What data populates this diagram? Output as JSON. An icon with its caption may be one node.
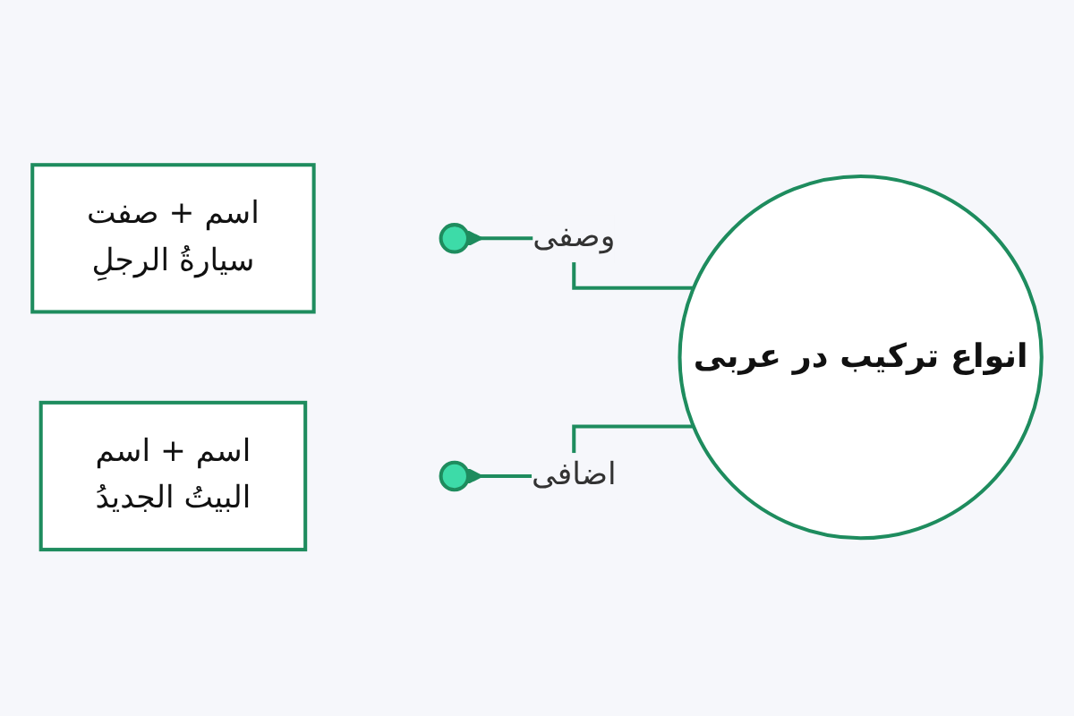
{
  "diagram": {
    "nodes": [
      {
        "text": [
          "اسم + صفت",
          "سیارةُ الرجلِ"
        ]
      },
      {
        "text": [],
        "shape": "circle"
      },
      {
        "text": [
          "انواع ترکیب در عربی"
        ]
      },
      {
        "text": [
          "اسم + اسم",
          "البیتُ الجدیدُ"
        ]
      },
      {
        "text": [],
        "shape": "circle"
      }
    ],
    "edges": [
      {
        "from": 2,
        "to": 1,
        "arrow": "to",
        "label": "وصفی"
      },
      {
        "from": 2,
        "to": 4,
        "arrow": "to",
        "label": "اضافی"
      }
    ]
  }
}
